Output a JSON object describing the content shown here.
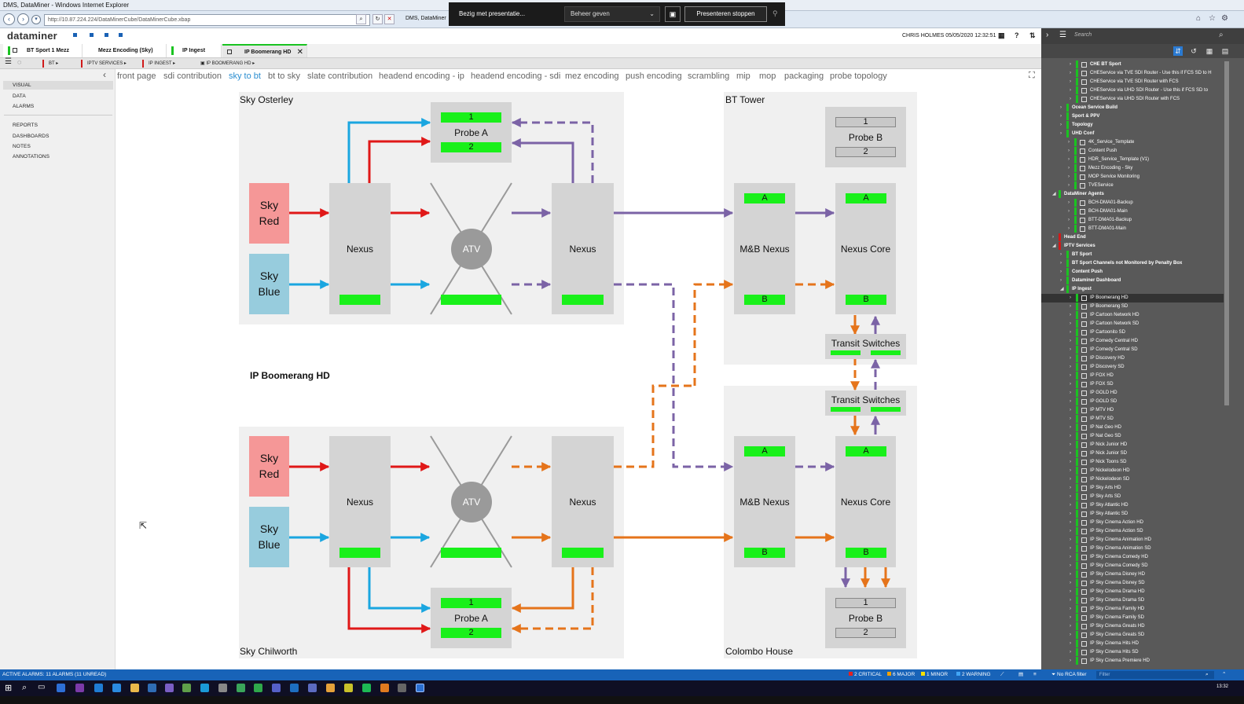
{
  "browser": {
    "title": "DMS, DataMiner - Windows Internet Explorer",
    "url": "http://10.87.224.224/DataMinerCube/DataMinerCube.xbap",
    "tab_title": "DMS, DataMiner"
  },
  "presentation": {
    "status": "Bezig met presentatie...",
    "control_select": "Beheer geven",
    "stop_button": "Presenteren stoppen"
  },
  "app": {
    "logo": "dataminer",
    "user_info": "CHRIS HOLMES 05/05/2020 12:32:51"
  },
  "doc_tabs": [
    {
      "label": "BT Sport 1 Mezz"
    },
    {
      "label": "Mezz Encoding (Sky)"
    },
    {
      "label": "IP Ingest"
    },
    {
      "label": "IP Boomerang HD"
    }
  ],
  "breadcrumbs": [
    "BT",
    "IPTV SERVICES",
    "IP INGEST",
    "IP BOOMERANG HD"
  ],
  "sidebar": {
    "items": [
      "VISUAL",
      "DATA",
      "ALARMS",
      "REPORTS",
      "DASHBOARDS",
      "NOTES",
      "ANNOTATIONS"
    ]
  },
  "visual_tabs": [
    "front page",
    "sdi contribution",
    "sky to bt",
    "bt to sky",
    "slate contribution",
    "headend encoding - ip",
    "headend encoding - sdi",
    "mez encoding",
    "push encoding",
    "scrambling",
    "mip",
    "mop",
    "packaging",
    "probe topology"
  ],
  "active_visual_tab": "sky to bt",
  "diagram": {
    "service_title": "IP Boomerang HD",
    "regions": {
      "sky_osterley": "Sky Osterley",
      "bt_tower": "BT Tower",
      "sky_chilworth": "Sky Chilworth",
      "colombo_house": "Colombo House"
    },
    "labels": {
      "sky_red": "Sky Red",
      "sky_blue": "Sky Blue",
      "nexus": "Nexus",
      "atv": "ATV",
      "probe_a": "Probe A",
      "probe_b": "Probe B",
      "mb_nexus": "M&B Nexus",
      "nexus_core": "Nexus Core",
      "transit_switches": "Transit Switches",
      "one": "1",
      "two": "2",
      "a": "A",
      "b": "B"
    },
    "colors": {
      "red": "#e01818",
      "blue": "#1aa6e0",
      "purple": "#7b63a6",
      "orange": "#e5741b",
      "green": "#19f01a"
    }
  },
  "search": {
    "placeholder": "Search"
  },
  "tree": [
    {
      "label": "CHE BT Sport",
      "level": 3,
      "icon": true,
      "bar": "#1ac321",
      "bold": true
    },
    {
      "label": "CHEService via TVE SDI Router - Use this if FCS SD to H",
      "level": 3,
      "icon": true,
      "bar": "#1ac321"
    },
    {
      "label": "CHEService via TVE SDI Router with FCS",
      "level": 3,
      "icon": true,
      "bar": "#1ac321"
    },
    {
      "label": "CHEService via UHD SDI Router - Use this if FCS SD to",
      "level": 3,
      "icon": true,
      "bar": "#1ac321"
    },
    {
      "label": "CHEService via UHD SDI Router with FCS",
      "level": 3,
      "icon": true,
      "bar": "#1ac321"
    },
    {
      "label": "Ocean Service Build",
      "level": 1,
      "bar": "#1ac321",
      "bold": true
    },
    {
      "label": "Sport & PPV",
      "level": 1,
      "bar": "#1ac321",
      "bold": true
    },
    {
      "label": "Topology",
      "level": 1,
      "bar": "#1ac321",
      "bold": true
    },
    {
      "label": "UHD Conf",
      "level": 1,
      "bar": "#1ac321",
      "bold": true
    },
    {
      "label": "4K_Service_Template",
      "level": 2,
      "icon": true,
      "bar": "#1ac321"
    },
    {
      "label": "Content Push",
      "level": 2,
      "icon": true,
      "bar": "#1ac321"
    },
    {
      "label": "HDR_Service_Template (V1)",
      "level": 2,
      "icon": true,
      "bar": "#1ac321"
    },
    {
      "label": "Mezz Encoding - Sky",
      "level": 2,
      "icon": true,
      "bar": "#1ac321"
    },
    {
      "label": "MOP Service Monitoring",
      "level": 2,
      "icon": true,
      "bar": "#1ac321"
    },
    {
      "label": "TVEService",
      "level": 2,
      "icon": true,
      "bar": "#1ac321"
    },
    {
      "label": "DataMiner Agents",
      "level": 0,
      "bar": "#1ac321",
      "bold": true,
      "expanded": true
    },
    {
      "label": "BCH-DMA01-Backup",
      "level": 2,
      "icon": true,
      "bar": "#1ac321"
    },
    {
      "label": "BCH-DMA01-Main",
      "level": 2,
      "icon": true,
      "bar": "#1ac321"
    },
    {
      "label": "BTT-DMA01-Backup",
      "level": 2,
      "icon": true,
      "bar": "#1ac321"
    },
    {
      "label": "BTT-DMA01-Main",
      "level": 2,
      "icon": true,
      "bar": "#1ac321"
    },
    {
      "label": "Head End",
      "level": 0,
      "bar": "#d01a1a",
      "bold": true
    },
    {
      "label": "IPTV Services",
      "level": 0,
      "bar": "#d01a1a",
      "bold": true,
      "expanded": true
    },
    {
      "label": "BT Sport",
      "level": 1,
      "bar": "#1ac321",
      "bold": true
    },
    {
      "label": "BT Sport Channels not Monitored by Penalty Box",
      "level": 1,
      "bar": "#1ac321",
      "bold": true
    },
    {
      "label": "Content Push",
      "level": 1,
      "bar": "#1ac321",
      "bold": true
    },
    {
      "label": "Dataminer Dashboard",
      "level": 1,
      "bar": "#1ac321",
      "bold": true
    },
    {
      "label": "IP Ingest",
      "level": 1,
      "bar": "#1ac321",
      "bold": true,
      "expanded": true
    },
    {
      "label": "IP Boomerang HD",
      "level": 3,
      "icon": true,
      "bar": "#1ac321",
      "selected": true
    },
    {
      "label": "IP Boomerang SD",
      "level": 3,
      "icon": true,
      "bar": "#1ac321"
    },
    {
      "label": "IP Cartoon Network HD",
      "level": 3,
      "icon": true,
      "bar": "#1ac321"
    },
    {
      "label": "IP Cartoon Network SD",
      "level": 3,
      "icon": true,
      "bar": "#1ac321"
    },
    {
      "label": "IP Cartoonito SD",
      "level": 3,
      "icon": true,
      "bar": "#1ac321"
    },
    {
      "label": "IP Comedy Central HD",
      "level": 3,
      "icon": true,
      "bar": "#1ac321"
    },
    {
      "label": "IP Comedy Central SD",
      "level": 3,
      "icon": true,
      "bar": "#1ac321"
    },
    {
      "label": "IP Discovery HD",
      "level": 3,
      "icon": true,
      "bar": "#1ac321"
    },
    {
      "label": "IP Discovery SD",
      "level": 3,
      "icon": true,
      "bar": "#1ac321"
    },
    {
      "label": "IP FOX HD",
      "level": 3,
      "icon": true,
      "bar": "#1ac321"
    },
    {
      "label": "IP FOX SD",
      "level": 3,
      "icon": true,
      "bar": "#1ac321"
    },
    {
      "label": "IP GOLD HD",
      "level": 3,
      "icon": true,
      "bar": "#1ac321"
    },
    {
      "label": "IP GOLD SD",
      "level": 3,
      "icon": true,
      "bar": "#1ac321"
    },
    {
      "label": "IP MTV HD",
      "level": 3,
      "icon": true,
      "bar": "#1ac321"
    },
    {
      "label": "IP MTV SD",
      "level": 3,
      "icon": true,
      "bar": "#1ac321"
    },
    {
      "label": "IP Nat Geo HD",
      "level": 3,
      "icon": true,
      "bar": "#1ac321"
    },
    {
      "label": "IP Nat Geo SD",
      "level": 3,
      "icon": true,
      "bar": "#1ac321"
    },
    {
      "label": "IP Nick Junior HD",
      "level": 3,
      "icon": true,
      "bar": "#1ac321"
    },
    {
      "label": "IP Nick Junior SD",
      "level": 3,
      "icon": true,
      "bar": "#1ac321"
    },
    {
      "label": "IP Nick Toons SD",
      "level": 3,
      "icon": true,
      "bar": "#1ac321"
    },
    {
      "label": "IP Nickelodeon HD",
      "level": 3,
      "icon": true,
      "bar": "#1ac321"
    },
    {
      "label": "IP Nickelodeon SD",
      "level": 3,
      "icon": true,
      "bar": "#1ac321"
    },
    {
      "label": "IP Sky Arts HD",
      "level": 3,
      "icon": true,
      "bar": "#1ac321"
    },
    {
      "label": "IP Sky Arts SD",
      "level": 3,
      "icon": true,
      "bar": "#1ac321"
    },
    {
      "label": "IP Sky Atlantic HD",
      "level": 3,
      "icon": true,
      "bar": "#1ac321"
    },
    {
      "label": "IP Sky Atlantic SD",
      "level": 3,
      "icon": true,
      "bar": "#1ac321"
    },
    {
      "label": "IP Sky Cinema Action HD",
      "level": 3,
      "icon": true,
      "bar": "#1ac321"
    },
    {
      "label": "IP Sky Cinema Action SD",
      "level": 3,
      "icon": true,
      "bar": "#1ac321"
    },
    {
      "label": "IP Sky Cinema Animation HD",
      "level": 3,
      "icon": true,
      "bar": "#1ac321"
    },
    {
      "label": "IP Sky Cinema Animation SD",
      "level": 3,
      "icon": true,
      "bar": "#1ac321"
    },
    {
      "label": "IP Sky Cinema Comedy HD",
      "level": 3,
      "icon": true,
      "bar": "#1ac321"
    },
    {
      "label": "IP Sky Cinema Comedy SD",
      "level": 3,
      "icon": true,
      "bar": "#1ac321"
    },
    {
      "label": "IP Sky Cinema Disney HD",
      "level": 3,
      "icon": true,
      "bar": "#1ac321"
    },
    {
      "label": "IP Sky Cinema Disney SD",
      "level": 3,
      "icon": true,
      "bar": "#1ac321"
    },
    {
      "label": "IP Sky Cinema Drama HD",
      "level": 3,
      "icon": true,
      "bar": "#1ac321"
    },
    {
      "label": "IP Sky Cinema Drama SD",
      "level": 3,
      "icon": true,
      "bar": "#1ac321"
    },
    {
      "label": "IP Sky Cinema Family HD",
      "level": 3,
      "icon": true,
      "bar": "#1ac321"
    },
    {
      "label": "IP Sky Cinema Family SD",
      "level": 3,
      "icon": true,
      "bar": "#1ac321"
    },
    {
      "label": "IP Sky Cinema Greats HD",
      "level": 3,
      "icon": true,
      "bar": "#1ac321"
    },
    {
      "label": "IP Sky Cinema Greats SD",
      "level": 3,
      "icon": true,
      "bar": "#1ac321"
    },
    {
      "label": "IP Sky Cinema Hits HD",
      "level": 3,
      "icon": true,
      "bar": "#1ac321"
    },
    {
      "label": "IP Sky Cinema Hits SD",
      "level": 3,
      "icon": true,
      "bar": "#1ac321"
    },
    {
      "label": "IP Sky Cinema Premiere HD",
      "level": 3,
      "icon": true,
      "bar": "#1ac321"
    }
  ],
  "statusbar": {
    "active_alarms": "ACTIVE ALARMS: 11 ALARMS (11 UNREAD)",
    "critical": "2 CRITICAL",
    "major": "6 MAJOR",
    "minor": "1 MINOR",
    "warning": "2 WARNING",
    "rca": "No RCA filter",
    "filter_placeholder": "Filter"
  },
  "taskbar": {
    "clock": "13:32"
  }
}
